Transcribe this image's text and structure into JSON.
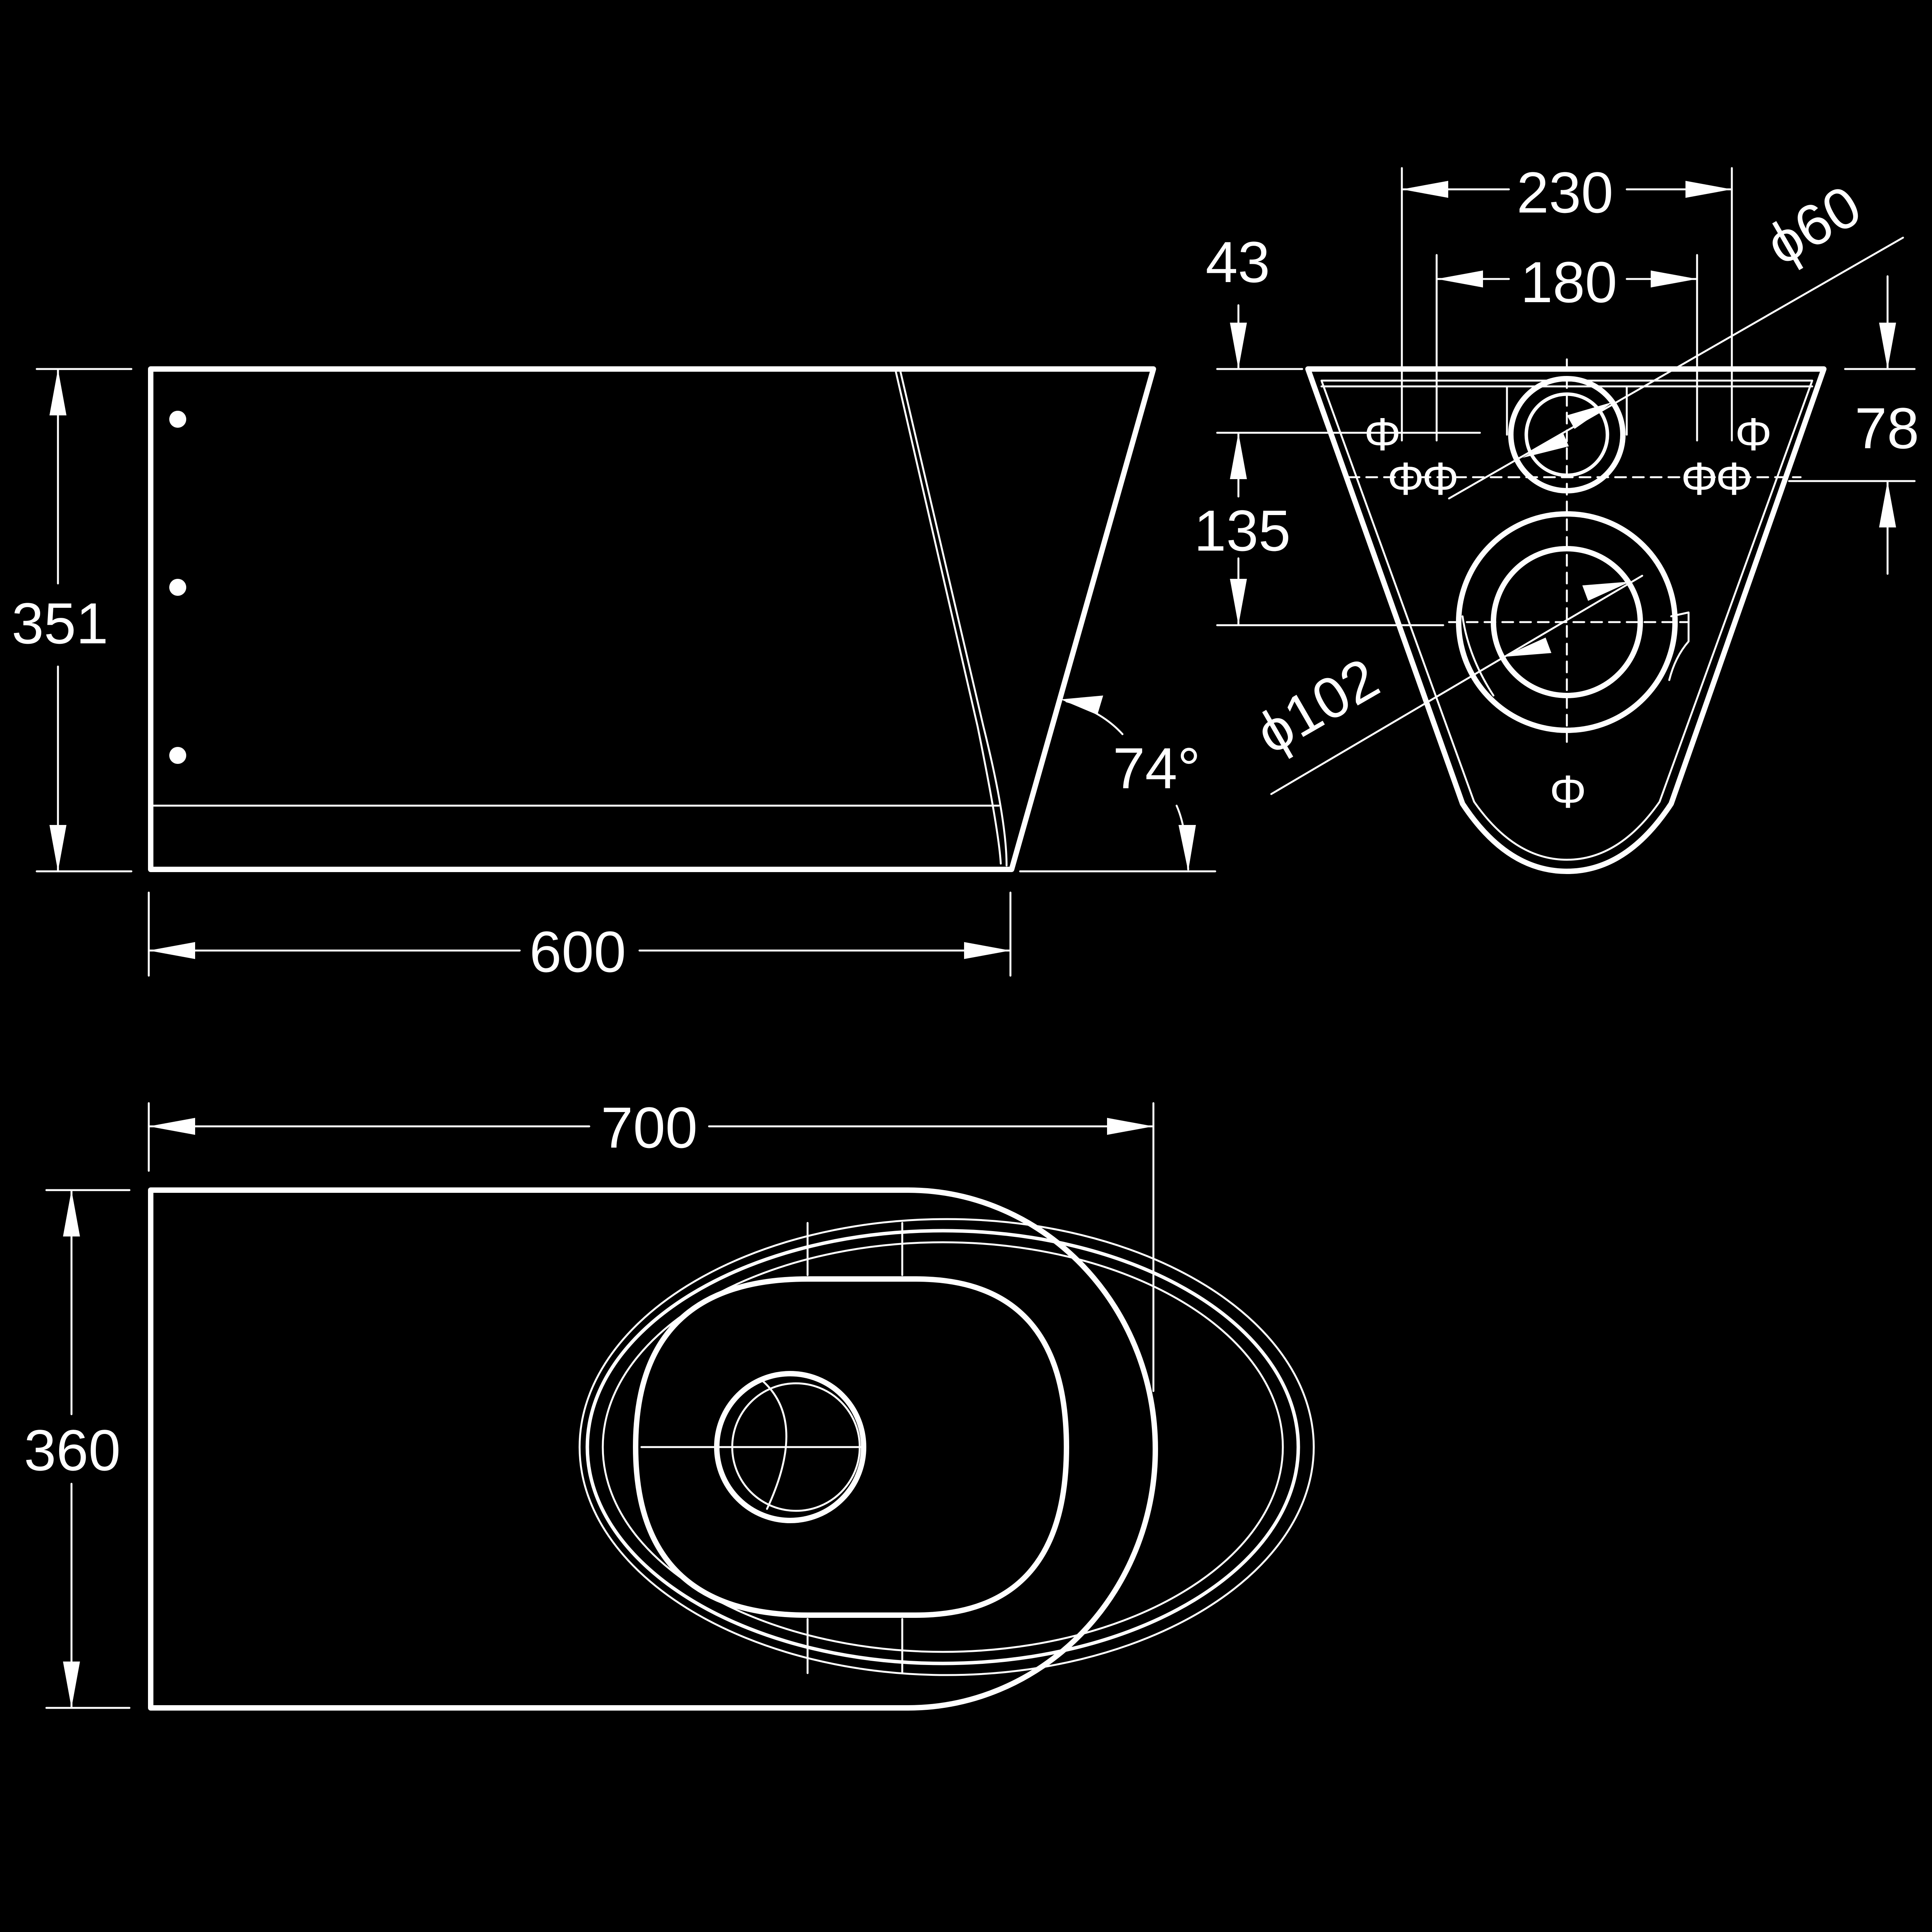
{
  "dimensions": {
    "side_height": "351",
    "side_length": "600",
    "side_angle": "74°",
    "top_length": "700",
    "top_width": "360",
    "front_outer_width": "230",
    "front_inner_width": "180",
    "front_top_offset": "43",
    "front_hole_spacing": "135",
    "front_right_offset": "78",
    "inlet_diameter": "ϕ60",
    "outlet_diameter": "ϕ102"
  },
  "symbols": {
    "hole_marker": "Φ"
  },
  "colors": {
    "background": "#000000",
    "line": "#ffffff"
  }
}
